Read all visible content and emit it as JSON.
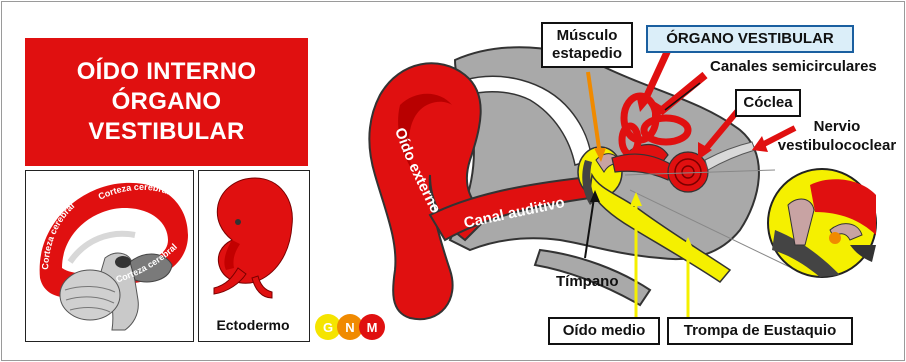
{
  "title": {
    "line1": "OÍDO INTERNO",
    "line2": "ÓRGANO",
    "line3": "VESTIBULAR"
  },
  "brain_panel": {
    "cortex_labels": [
      "Corteza cerebral",
      "Corteza cerebral",
      "Corteza cerebral"
    ]
  },
  "embryo_panel": {
    "caption": "Ectodermo"
  },
  "logo": {
    "letters": [
      "G",
      "N",
      "M"
    ]
  },
  "ear_labels": {
    "outer_ear": "Oído externo",
    "ear_canal": "Canal auditivo",
    "stapedius": [
      "Músculo",
      "estapedio"
    ],
    "vestibular_organ": "ÓRGANO VESTIBULAR",
    "semicircular_canals": "Canales semicirculares",
    "cochlea": "Cóclea",
    "nerve": [
      "Nervio",
      "vestibulococlear"
    ],
    "eardrum": "Tímpano",
    "middle_ear": "Oído medio",
    "eustachian_tube": "Trompa de Eustaquio"
  },
  "colors": {
    "accent_red": "#e01010",
    "bone_gray": "#a9a9a9",
    "tube_yellow": "#f5f000",
    "label_blue": "#dbeef9"
  }
}
